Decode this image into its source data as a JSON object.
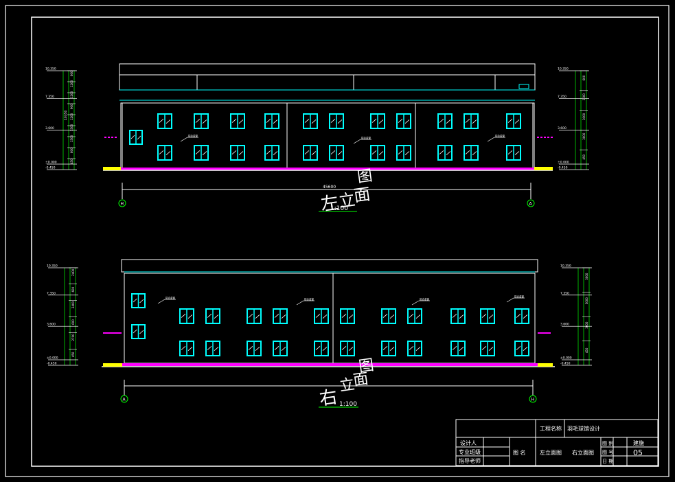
{
  "drawing": {
    "line_color": "#ffffff",
    "accent_cyan": "#00ffff",
    "accent_green": "#00ff00",
    "accent_magenta": "#ff00ff",
    "accent_yellow": "#ffff00"
  },
  "elevation_top": {
    "title_chars": [
      "左",
      "立",
      "面",
      "图"
    ],
    "scale": "1:100",
    "overall_dim": "45600",
    "axis_left": "H",
    "axis_right": "A",
    "levels_left": [
      "10.350",
      "7.350",
      "3.600",
      "±0.000",
      "-0.450"
    ],
    "levels_right": [
      "10.350",
      "7.350",
      "3.600",
      "±0.000",
      "-0.450"
    ],
    "segment_dims_left": [
      "600",
      "1200",
      "1200",
      "900",
      "1200",
      "1500",
      "1500",
      "600",
      "450"
    ],
    "segment_dims_right": [
      "600",
      "3000",
      "3000",
      "3000",
      "450"
    ],
    "total_dim_left": "10350",
    "window_tag": "铝合金窗"
  },
  "elevation_bottom": {
    "title_chars": [
      "右",
      "立",
      "面",
      "图"
    ],
    "scale": "1:100",
    "axis_left": "A",
    "axis_right": "H",
    "levels_left": [
      "10.350",
      "7.350",
      "3.600",
      "±0.000",
      "-0.450"
    ],
    "levels_right": [
      "10.350",
      "7.350",
      "3.600",
      "±0.000",
      "-0.450"
    ],
    "segment_dims_left": [
      "3000",
      "3000",
      "3000",
      "450"
    ],
    "segment_dims_mid": [
      "2400",
      "600",
      "2400",
      "600",
      "2700",
      "450"
    ],
    "segment_dims_right": [
      "3000",
      "3000",
      "3000",
      "450"
    ],
    "window_tag": "铝合金窗"
  },
  "title_block": {
    "project_label": "工程名称",
    "project_name": "羽毛球馆设计",
    "row_labels": [
      "设计人",
      "专业班级",
      "指导老师"
    ],
    "drawing_name_label": "图 名",
    "drawing_names": [
      "左立面图",
      "右立面图"
    ],
    "right_labels": [
      "图 别",
      "图 号",
      "日 期"
    ],
    "drawing_type": "建施",
    "drawing_number": "05"
  }
}
